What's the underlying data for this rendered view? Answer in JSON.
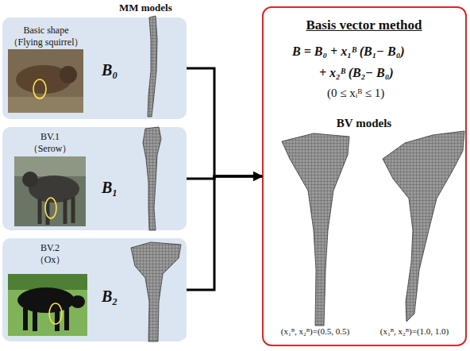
{
  "diagram": {
    "nodes": [
      {
        "text": [
          "Basic shape",
          "（Flying squirrel）",
          "B₀"
        ]
      },
      {
        "text": [
          "BV.1",
          "（Serow）",
          "B₁"
        ]
      },
      {
        "text": [
          "BV.2",
          "（Ox）",
          "B₂"
        ]
      },
      {
        "text": [
          "Basis vector method",
          "B = B₀ + x₁ᴮ (B₁− B₀)",
          "+ x₂ᴮ (B₂− B₀)",
          "(0 ≤ xᵢᴮ ≤ 1)",
          "BV models",
          "(x₁ᴮ, x₂ᴮ)=(0.5, 0.5)",
          "(x₁ᴮ, x₂ᴮ)=(1.0, 1.0)"
        ]
      }
    ],
    "edges": [
      {
        "from": 0,
        "to": 3,
        "arrow": "to"
      },
      {
        "from": 1,
        "to": 3,
        "arrow": "to"
      },
      {
        "from": 2,
        "to": 3,
        "arrow": "to"
      }
    ],
    "labels": [
      "MM models"
    ]
  }
}
